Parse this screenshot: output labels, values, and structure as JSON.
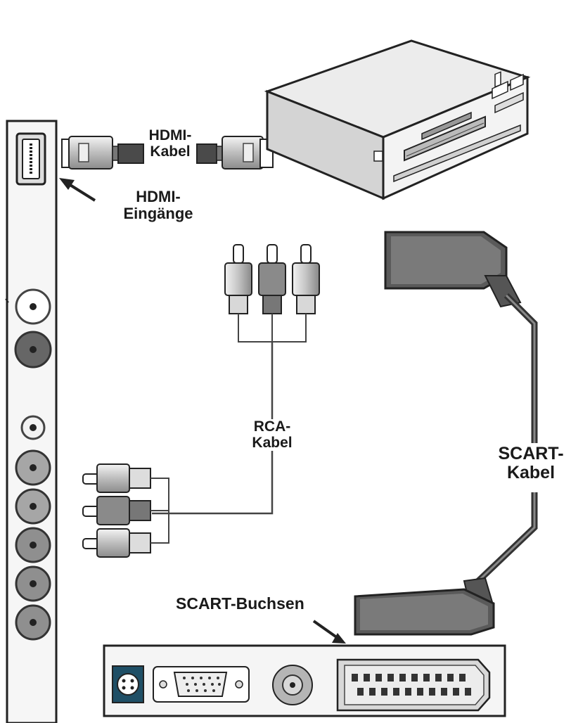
{
  "labels": {
    "hdmi_cable": "HDMI-\nKabel",
    "hdmi_inputs": "HDMI-\nEingänge",
    "rca_cable": "RCA-\nKabel",
    "scart_cable": "SCART-\nKabel",
    "scart_sockets": "SCART-Buchsen"
  },
  "icons": {
    "dvd_player": "dvd-player-icon",
    "hdmi_cable": "hdmi-cable-icon",
    "rca_plugs": "rca-plug-icon",
    "scart_plug": "scart-plug-icon"
  },
  "colors": {
    "outline": "#222222",
    "plug_light": "#e6e6e6",
    "plug_dark": "#555555",
    "jack_grey": "#9a9a9a",
    "scart_socket": "#d8d8d8"
  }
}
